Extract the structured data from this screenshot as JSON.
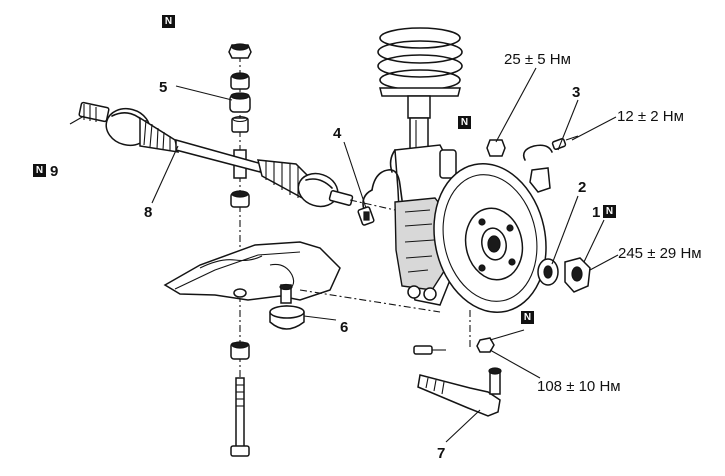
{
  "callouts": {
    "n1": "1",
    "n2": "2",
    "n3": "3",
    "n4": "4",
    "n5": "5",
    "n6": "6",
    "n7": "7",
    "n8": "8",
    "n9": "9"
  },
  "torques": {
    "top": "25 ± 5 Нм",
    "sensor": "12 ± 2 Нм",
    "hub_nut": "245 ± 29 Нм",
    "ball_joint": "108 ± 10 Нм"
  },
  "badge_letter": "N"
}
